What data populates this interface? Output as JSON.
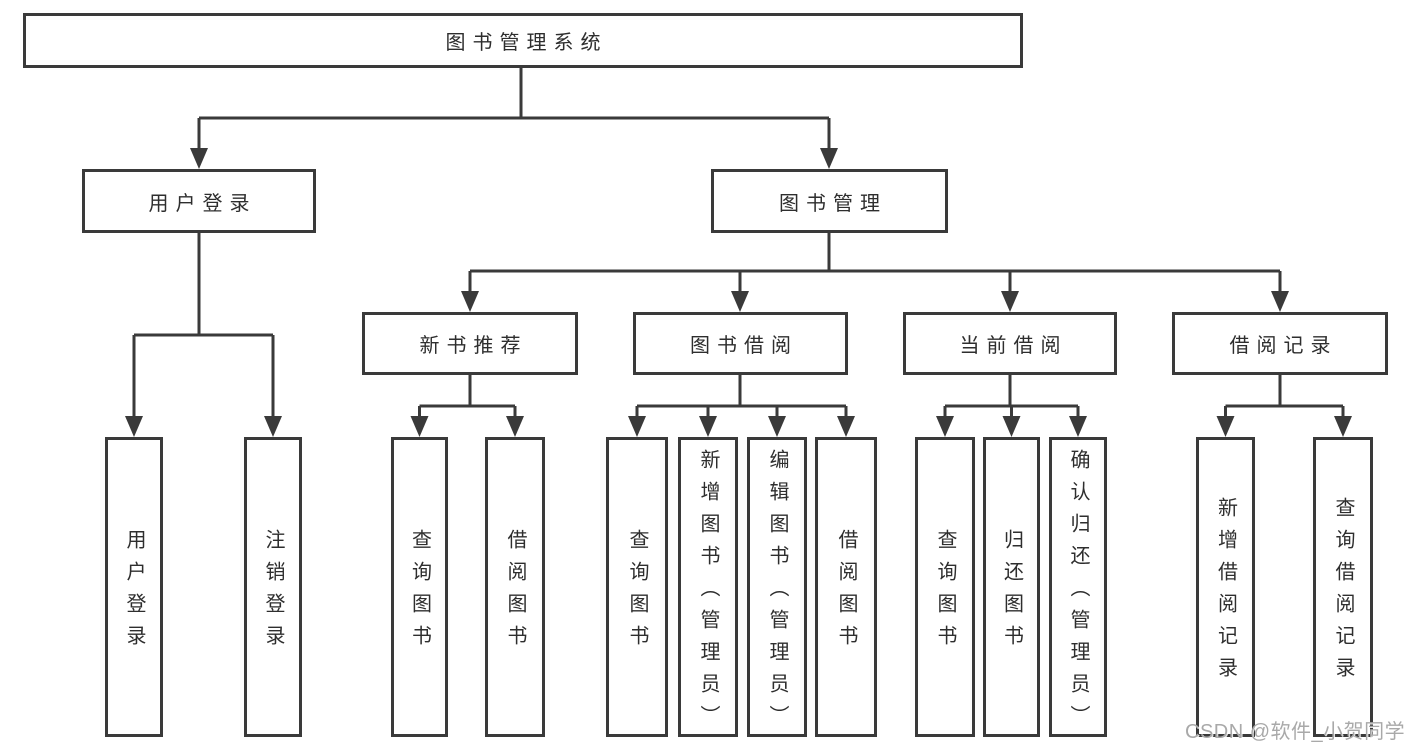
{
  "diagram": {
    "root": {
      "label": "图书管理系统"
    },
    "branches": [
      {
        "label": "用户登录",
        "children": [
          {
            "label": "用户登录"
          },
          {
            "label": "注销登录"
          }
        ]
      },
      {
        "label": "图书管理",
        "children": [
          {
            "label": "新书推荐",
            "children": [
              {
                "label": "查询图书"
              },
              {
                "label": "借阅图书"
              }
            ]
          },
          {
            "label": "图书借阅",
            "children": [
              {
                "label": "查询图书"
              },
              {
                "label": "新增图书（管理员）"
              },
              {
                "label": "编辑图书（管理员）"
              },
              {
                "label": "借阅图书"
              }
            ]
          },
          {
            "label": "当前借阅",
            "children": [
              {
                "label": "查询图书"
              },
              {
                "label": "归还图书"
              },
              {
                "label": "确认归还（管理员）"
              }
            ]
          },
          {
            "label": "借阅记录",
            "children": [
              {
                "label": "新增借阅记录"
              },
              {
                "label": "查询借阅记录"
              }
            ]
          }
        ]
      }
    ]
  },
  "watermark": {
    "text": "CSDN @软件_小贺同学"
  },
  "colors": {
    "line": "#3a3a3a",
    "text": "#2e2e2e",
    "box_fill": "#ffffff",
    "bg": "#ffffff",
    "watermark": "#a9a9a9"
  }
}
